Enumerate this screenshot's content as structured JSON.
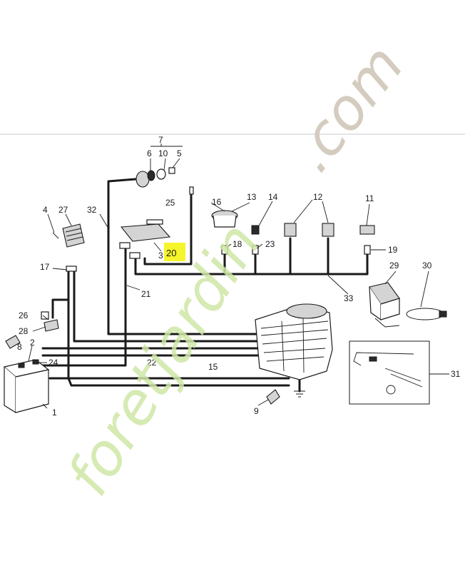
{
  "colors": {
    "highlight": "#f6f42a",
    "line": "#1a1a1a",
    "watermark_green": "#cfe6a6",
    "watermark_gray": "#cfc6b8"
  },
  "watermark": {
    "text_green": "foretjardin",
    "text_gray": ".com"
  },
  "callouts": [
    {
      "id": "c1",
      "text": "1"
    },
    {
      "id": "c2",
      "text": "2"
    },
    {
      "id": "c3",
      "text": "3"
    },
    {
      "id": "c4",
      "text": "4"
    },
    {
      "id": "c5",
      "text": "5"
    },
    {
      "id": "c6",
      "text": "6"
    },
    {
      "id": "c7",
      "text": "7"
    },
    {
      "id": "c8",
      "text": "8"
    },
    {
      "id": "c9",
      "text": "9"
    },
    {
      "id": "c10",
      "text": "10"
    },
    {
      "id": "c11",
      "text": "11"
    },
    {
      "id": "c12",
      "text": "12"
    },
    {
      "id": "c13",
      "text": "13"
    },
    {
      "id": "c14",
      "text": "14"
    },
    {
      "id": "c15",
      "text": "15"
    },
    {
      "id": "c16",
      "text": "16"
    },
    {
      "id": "c17",
      "text": "17"
    },
    {
      "id": "c18",
      "text": "18"
    },
    {
      "id": "c19",
      "text": "19"
    },
    {
      "id": "c20",
      "text": "20",
      "highlighted": true
    },
    {
      "id": "c21",
      "text": "21"
    },
    {
      "id": "c22",
      "text": "22"
    },
    {
      "id": "c23",
      "text": "23"
    },
    {
      "id": "c24",
      "text": "24"
    },
    {
      "id": "c25",
      "text": "25"
    },
    {
      "id": "c26",
      "text": "26"
    },
    {
      "id": "c27",
      "text": "27"
    },
    {
      "id": "c28",
      "text": "28"
    },
    {
      "id": "c29",
      "text": "29"
    },
    {
      "id": "c30",
      "text": "30"
    },
    {
      "id": "c31",
      "text": "31"
    },
    {
      "id": "c32",
      "text": "32"
    },
    {
      "id": "c33",
      "text": "33"
    }
  ]
}
